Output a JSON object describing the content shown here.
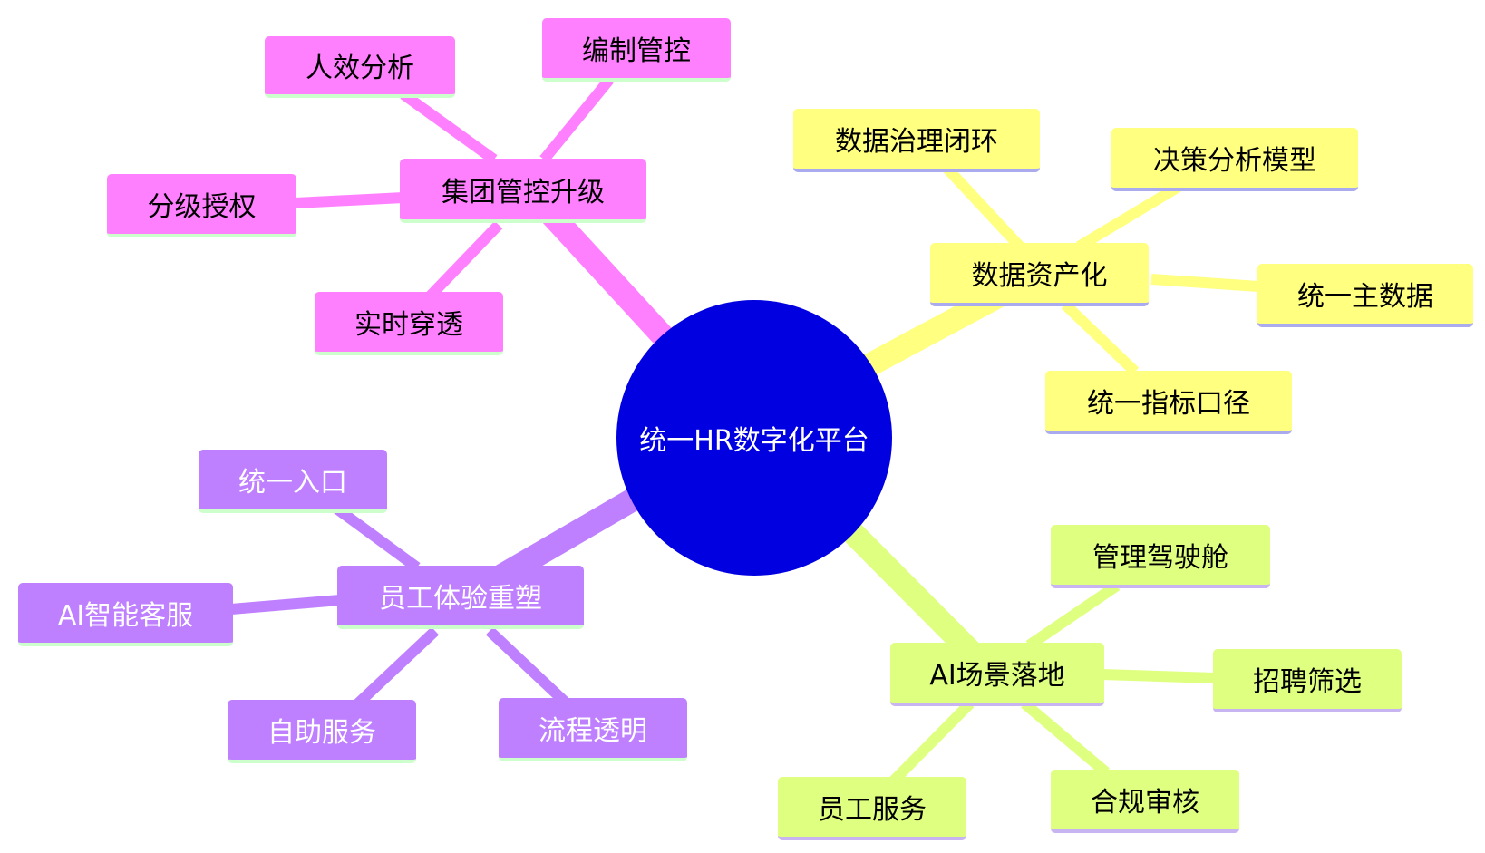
{
  "root": {
    "label": "统一HR数字化平台"
  },
  "colors": {
    "root": "#0000e0",
    "branch_1": "#ff80ff",
    "branch_2": "#ffff80",
    "branch_3": "#dfff80",
    "branch_4": "#bf80ff"
  },
  "branches": {
    "group_control": {
      "label": "集团管控升级",
      "children": [
        "人效分析",
        "编制管控",
        "分级授权",
        "实时穿透"
      ]
    },
    "data_assets": {
      "label": "数据资产化",
      "children": [
        "数据治理闭环",
        "决策分析模型",
        "统一主数据",
        "统一指标口径"
      ]
    },
    "ai_scenarios": {
      "label": "AI场景落地",
      "children": [
        "管理驾驶舱",
        "招聘筛选",
        "合规审核",
        "员工服务"
      ]
    },
    "employee_experience": {
      "label": "员工体验重塑",
      "children": [
        "统一入口",
        "AI智能客服",
        "自助服务",
        "流程透明"
      ]
    }
  }
}
